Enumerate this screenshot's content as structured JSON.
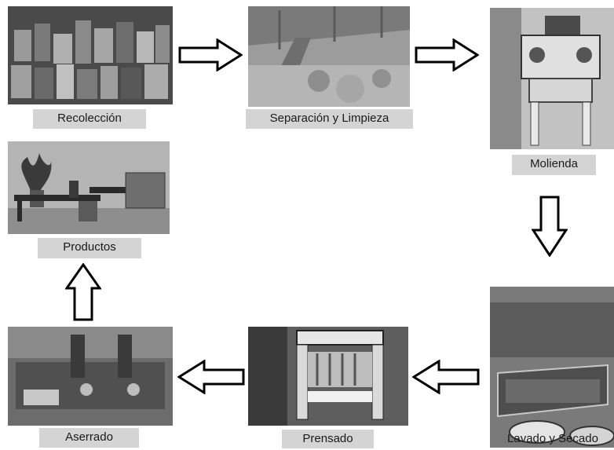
{
  "steps": [
    {
      "id": "recoleccion",
      "label": "Recolección",
      "image": "collected-cartons-photo"
    },
    {
      "id": "separacion",
      "label": "Separación y Limpieza",
      "image": "sorting-conveyor-photo"
    },
    {
      "id": "molienda",
      "label": "Molienda",
      "image": "grinding-mill-photo"
    },
    {
      "id": "lavado",
      "label": "Lavado y Secado",
      "image": "washing-tank-photo"
    },
    {
      "id": "prensado",
      "label": "Prensado",
      "image": "hydraulic-press-photo"
    },
    {
      "id": "aserrado",
      "label": "Aserrado",
      "image": "sawing-machine-photo"
    },
    {
      "id": "productos",
      "label": "Productos",
      "image": "office-furniture-photo"
    }
  ],
  "arrows": [
    {
      "from": "recoleccion",
      "to": "separacion",
      "direction": "right"
    },
    {
      "from": "separacion",
      "to": "molienda",
      "direction": "right"
    },
    {
      "from": "molienda",
      "to": "lavado",
      "direction": "down"
    },
    {
      "from": "lavado",
      "to": "prensado",
      "direction": "left"
    },
    {
      "from": "prensado",
      "to": "aserrado",
      "direction": "left"
    },
    {
      "from": "aserrado",
      "to": "productos",
      "direction": "up"
    }
  ],
  "colors": {
    "label_bg": "#d4d4d4",
    "arrow_stroke": "#000000",
    "photo_tone": "#8a8a8a"
  }
}
